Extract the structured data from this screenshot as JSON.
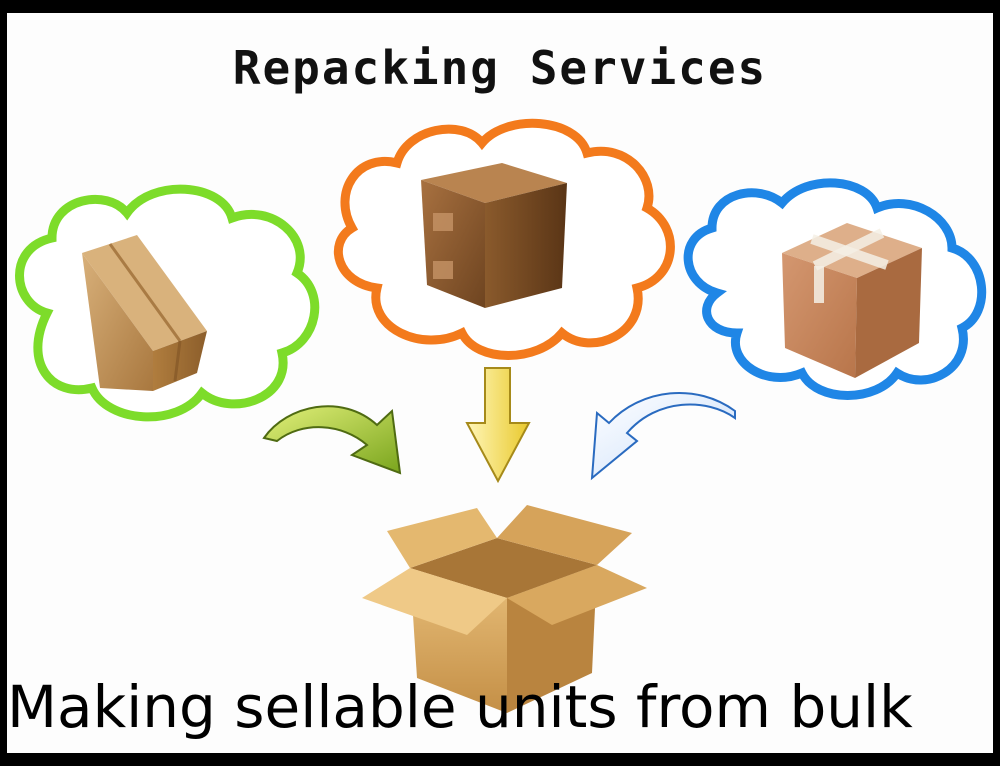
{
  "title": "Repacking Services",
  "caption": "Making sellable units from bulk",
  "colors": {
    "cloud_left": "#7ddc2a",
    "cloud_center": "#f37a1c",
    "cloud_right": "#1f86e6",
    "arrow_left": "#b7df3c",
    "arrow_center": "#f2dd4b",
    "arrow_right": "#3b7fd0",
    "cardboard": "#c89a58"
  },
  "icons": [
    "cloud-green",
    "cloud-orange",
    "cloud-blue",
    "box-closed",
    "box-taped",
    "box-cross-taped",
    "curved-arrow-right",
    "down-arrow",
    "curved-arrow-left",
    "open-box"
  ]
}
